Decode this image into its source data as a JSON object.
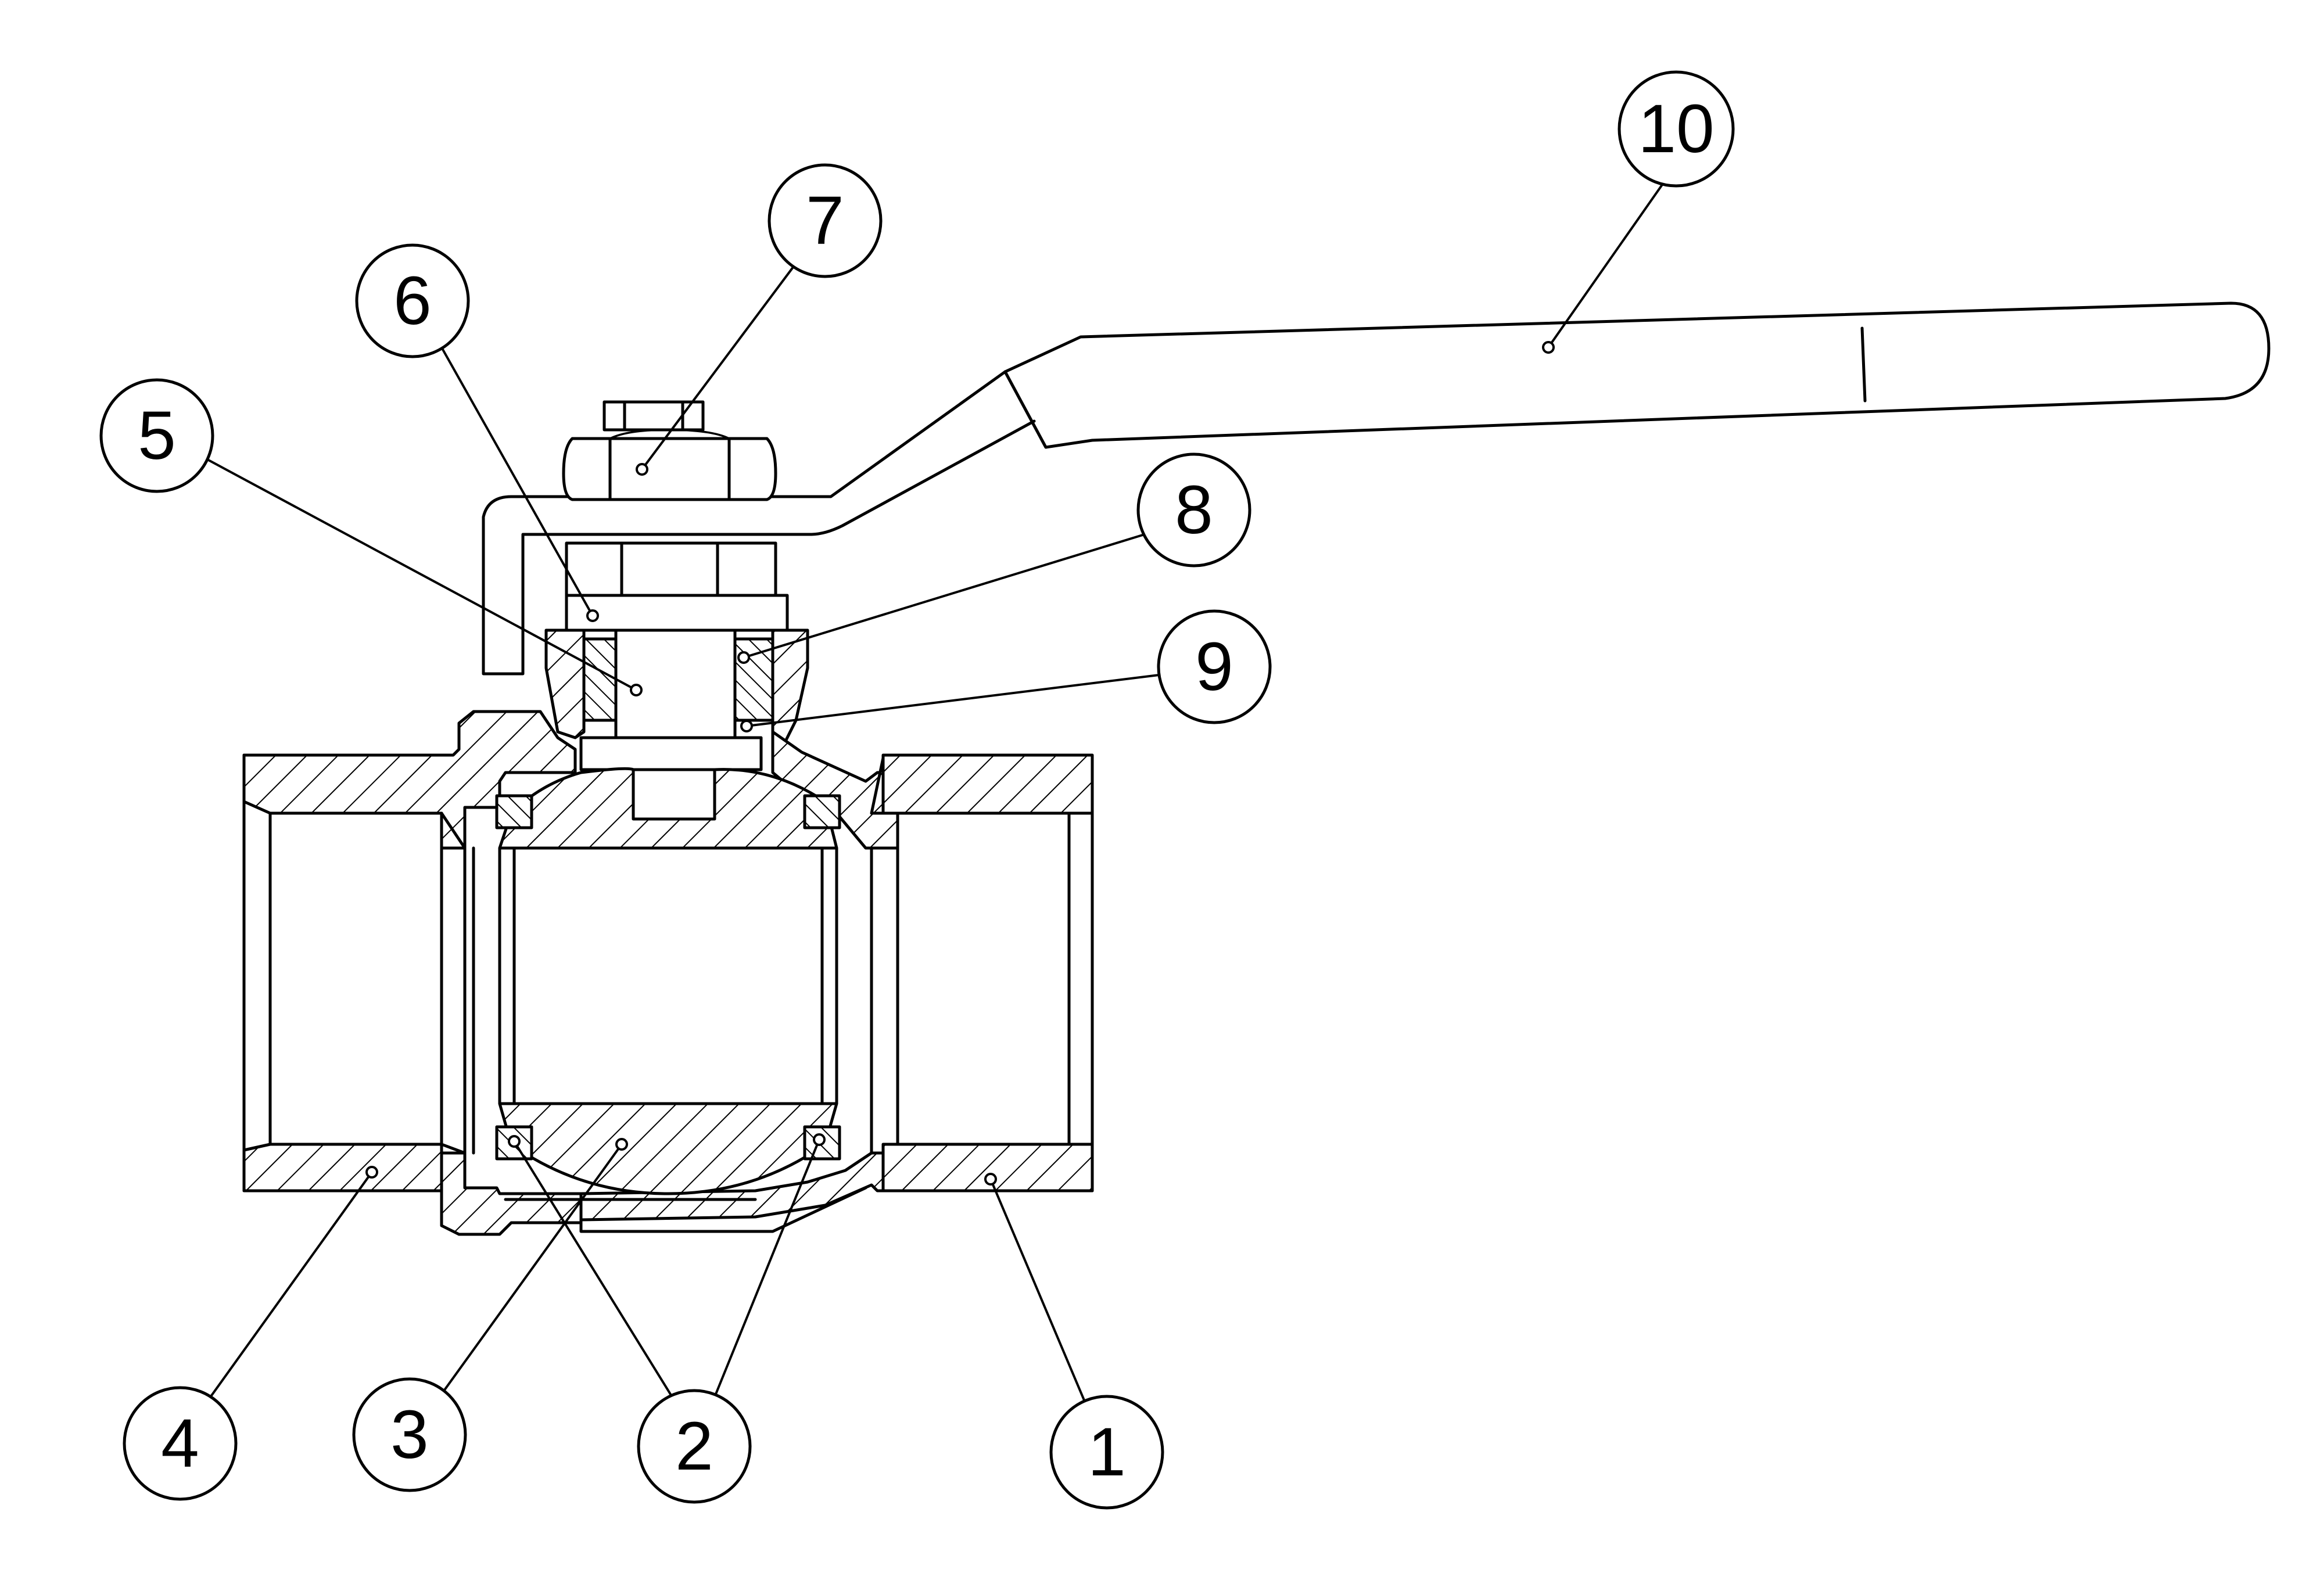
{
  "balloons": [
    {
      "id": "1",
      "label": "1"
    },
    {
      "id": "2",
      "label": "2"
    },
    {
      "id": "3",
      "label": "3"
    },
    {
      "id": "4",
      "label": "4"
    },
    {
      "id": "5",
      "label": "5"
    },
    {
      "id": "6",
      "label": "6"
    },
    {
      "id": "7",
      "label": "7"
    },
    {
      "id": "8",
      "label": "8"
    },
    {
      "id": "9",
      "label": "9"
    },
    {
      "id": "10",
      "label": "10"
    }
  ],
  "colors": {
    "line": "#000000",
    "background": "#ffffff"
  }
}
